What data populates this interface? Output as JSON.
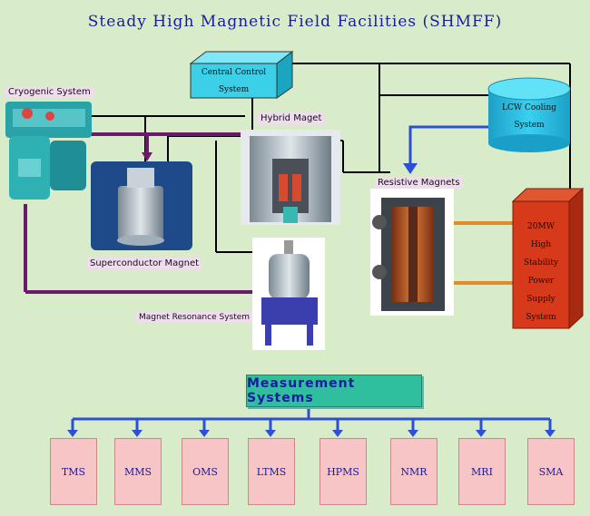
{
  "title": "Steady High Magnetic Field Facilities  (SHMFF)",
  "central_control": {
    "line1": "Central Control",
    "line2": "System"
  },
  "lcw_cooling": {
    "line1": "LCW Cooling",
    "line2": "System"
  },
  "cryogenic": {
    "label": "Cryogenic System"
  },
  "hybrid": {
    "label": "Hybrid Maget"
  },
  "superconductor": {
    "label": "Superconductor Magnet"
  },
  "resistive": {
    "label": "Resistive Magnets"
  },
  "nmr_system": {
    "label": "Magnet Resonance System"
  },
  "power_supply": {
    "line1": "20MW",
    "line2": "High Stability",
    "line3": "Power Supply",
    "line4": "System"
  },
  "measurement": {
    "title": "Measurement   Systems"
  },
  "systems": [
    "TMS",
    "MMS",
    "OMS",
    "LTMS",
    "HPMS",
    "NMR",
    "MRI",
    "SMA"
  ],
  "colors": {
    "background": "#d9ecc9",
    "title": "#1a1aa0",
    "wire": "#000000",
    "purple_pipe": "#6b1a6b",
    "blue_arrow": "#2b4fd6",
    "power_box": "#d63a1a",
    "measurement": "#2fbf9e",
    "system_box": "#f7c5c5"
  }
}
